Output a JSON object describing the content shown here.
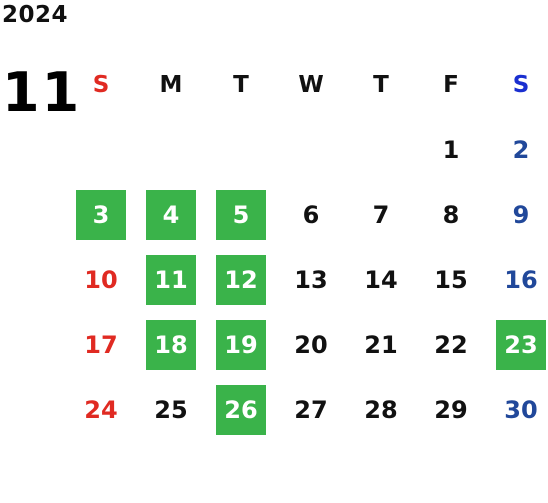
{
  "year": "2024",
  "month": "11",
  "weekdays": [
    "S",
    "M",
    "T",
    "W",
    "T",
    "F",
    "S"
  ],
  "colors": {
    "sunday": "#e02a22",
    "saturday": "#21489a",
    "saturday_header": "#1a2fd0",
    "holiday_fill": "#3ab34a",
    "weekday_text": "#111111"
  },
  "weeks": [
    [
      "",
      "",
      "",
      "",
      "",
      "1",
      "2"
    ],
    [
      "3",
      "4",
      "5",
      "6",
      "7",
      "8",
      "9"
    ],
    [
      "10",
      "11",
      "12",
      "13",
      "14",
      "15",
      "16"
    ],
    [
      "17",
      "18",
      "19",
      "20",
      "21",
      "22",
      "23"
    ],
    [
      "24",
      "25",
      "26",
      "27",
      "28",
      "29",
      "30"
    ]
  ],
  "highlighted_days": [
    "3",
    "4",
    "5",
    "11",
    "12",
    "18",
    "19",
    "23",
    "26"
  ]
}
